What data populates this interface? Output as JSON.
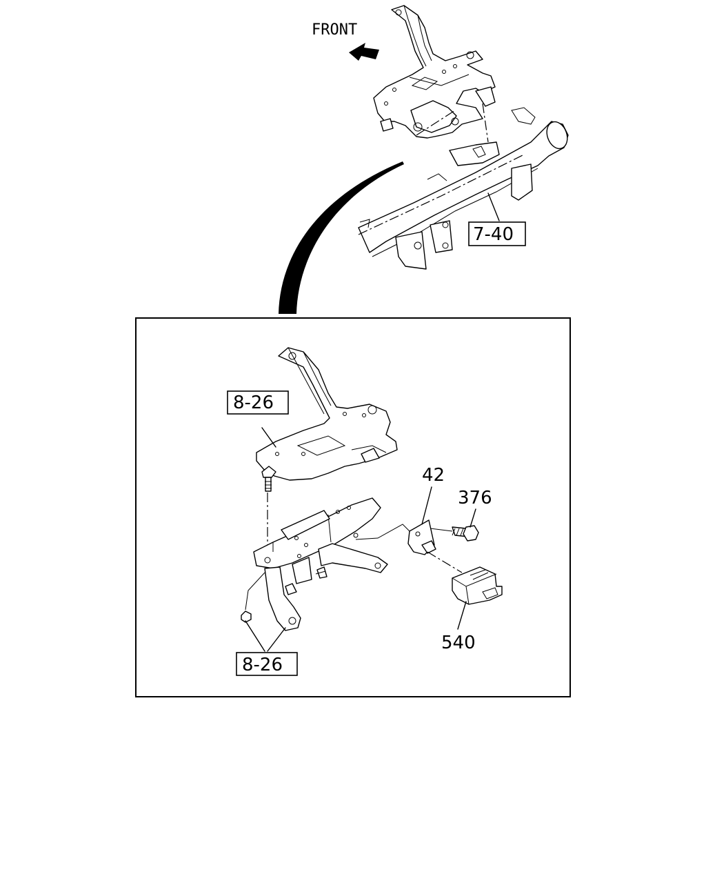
{
  "diagram": {
    "direction_label": "FRONT",
    "callouts": {
      "top_ref": "7-40",
      "upper_ref": "8-26",
      "lower_ref": "8-26",
      "bracket": "42",
      "bolt": "376",
      "relay": "540"
    }
  }
}
